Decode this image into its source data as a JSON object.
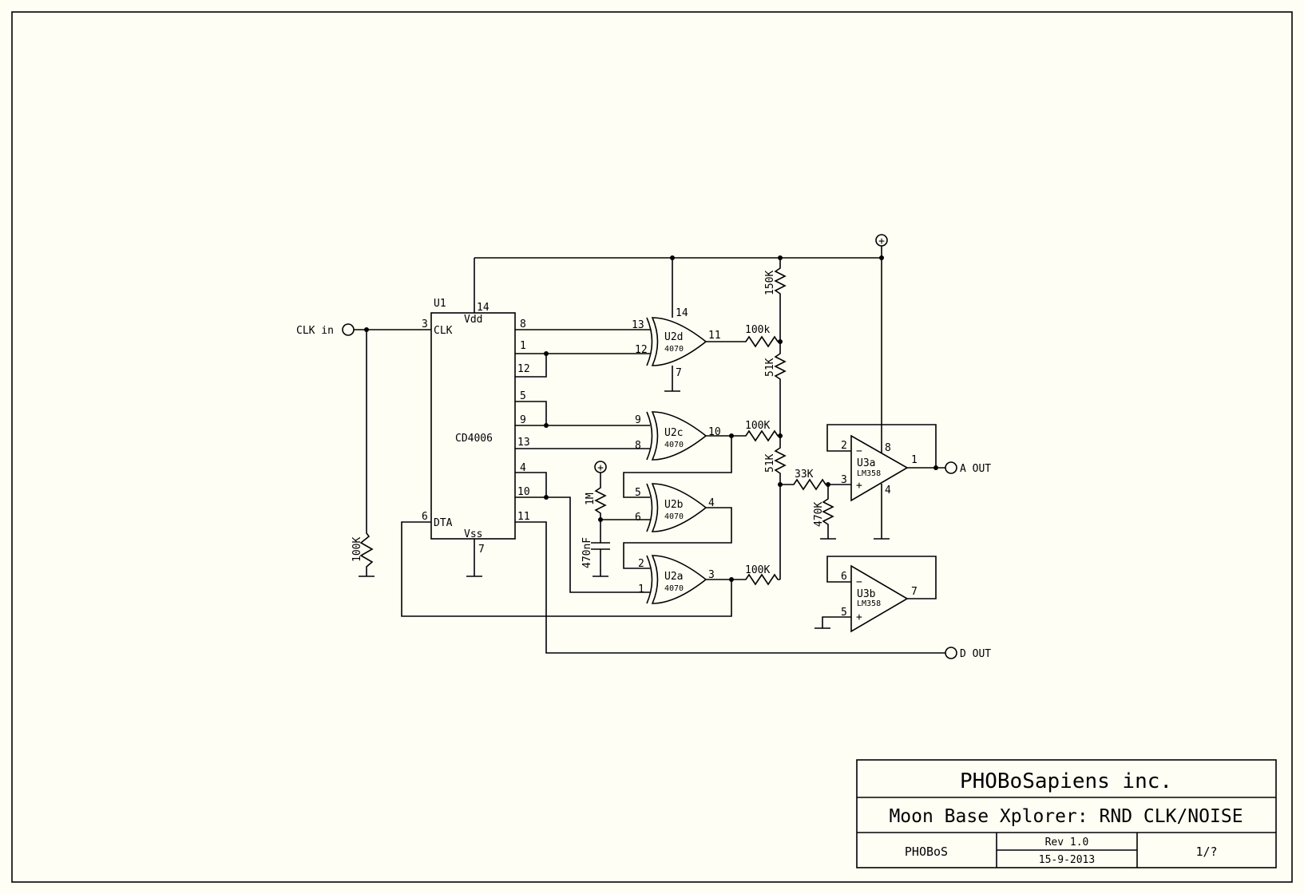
{
  "title_block": {
    "company": "PHOBoSapiens inc.",
    "title": "Moon Base Xplorer: RND CLK/NOISE",
    "author": "PHOBoS",
    "rev": "Rev 1.0",
    "date": "15-9-2013",
    "sheet": "1/?"
  },
  "ports": {
    "clk_in": "CLK in",
    "a_out": "A OUT",
    "d_out": "D OUT",
    "vplus": "+"
  },
  "u1": {
    "ref": "U1",
    "part": "CD4006",
    "pin_vdd": "Vdd",
    "pin_clk": "CLK",
    "pin_dta": "DTA",
    "pin_vss": "Vss",
    "pins": {
      "p3": "3",
      "p14": "14",
      "p6": "6",
      "p7": "7",
      "p8": "8",
      "p1": "1",
      "p12": "12",
      "p5": "5",
      "p9": "9",
      "p13": "13",
      "p4": "4",
      "p10": "10",
      "p11": "11"
    }
  },
  "gates": {
    "u2d": {
      "ref": "U2d",
      "part": "4070",
      "in1": "13",
      "in2": "12",
      "out": "11",
      "vdd": "14",
      "vss": "7"
    },
    "u2c": {
      "ref": "U2c",
      "part": "4070",
      "in1": "9",
      "in2": "8",
      "out": "10"
    },
    "u2b": {
      "ref": "U2b",
      "part": "4070",
      "in1": "5",
      "in2": "6",
      "out": "4"
    },
    "u2a": {
      "ref": "U2a",
      "part": "4070",
      "in1": "2",
      "in2": "1",
      "out": "3"
    }
  },
  "opamps": {
    "u3a": {
      "ref": "U3a",
      "part": "LM358",
      "inv": "2",
      "noninv": "3",
      "out": "1",
      "vplus": "8",
      "vminus": "4",
      "minus_sign": "−",
      "plus_sign": "+"
    },
    "u3b": {
      "ref": "U3b",
      "part": "LM358",
      "inv": "6",
      "noninv": "5",
      "out": "7",
      "minus_sign": "−",
      "plus_sign": "+"
    }
  },
  "components": {
    "r_clk": "100K",
    "r_d": "100k",
    "r_c": "100K",
    "r_a": "100K",
    "r_top": "150K",
    "r_mid1": "51K",
    "r_mid2": "51K",
    "r_33k": "33K",
    "r_470k": "470K",
    "r_1m": "1M",
    "c_470n": "470nF"
  }
}
